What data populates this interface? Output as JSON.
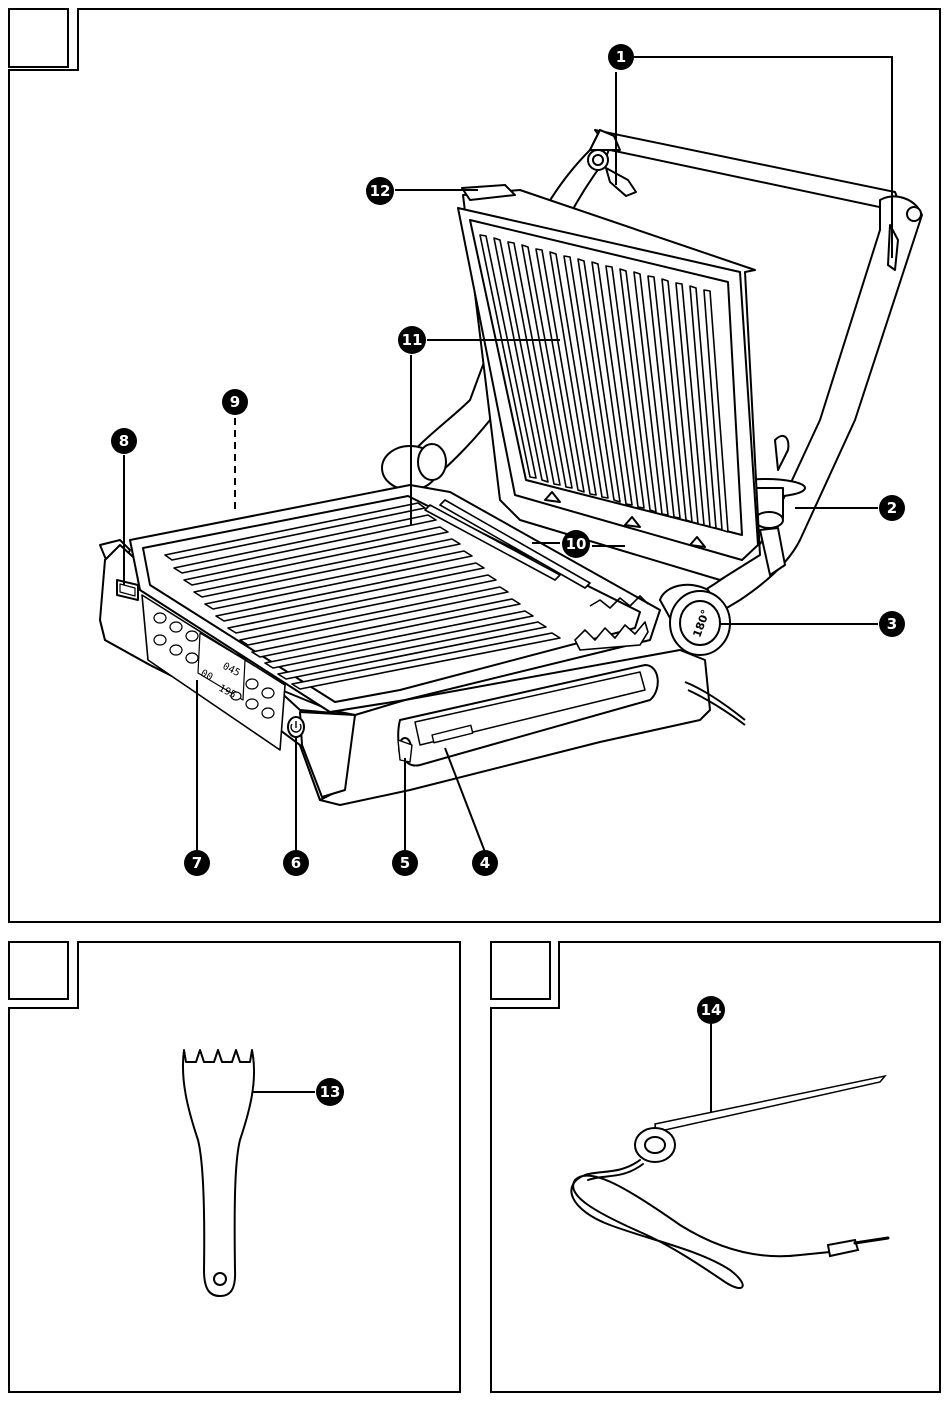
{
  "panels": [
    {
      "id": "main",
      "tab_label": ""
    },
    {
      "id": "spatula",
      "tab_label": ""
    },
    {
      "id": "probe",
      "tab_label": ""
    }
  ],
  "callouts": [
    "1",
    "2",
    "3",
    "4",
    "5",
    "6",
    "7",
    "8",
    "9",
    "10",
    "11",
    "12",
    "13",
    "14"
  ],
  "device": {
    "display_time": "045",
    "display_temp": "195",
    "display_timer": "00",
    "dial_label": "180°"
  },
  "colors": {
    "ink": "#000000",
    "paper": "#ffffff",
    "shade": "#d8d8d8"
  }
}
